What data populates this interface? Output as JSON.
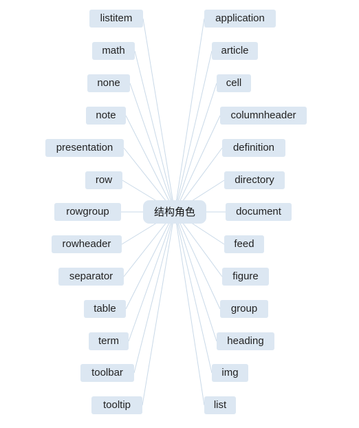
{
  "colors": {
    "node_bg": "#dce7f2",
    "link": "#c9d9e8"
  },
  "root": {
    "label": "结构角色"
  },
  "left": [
    {
      "label": "listitem"
    },
    {
      "label": "math"
    },
    {
      "label": "none"
    },
    {
      "label": "note"
    },
    {
      "label": "presentation"
    },
    {
      "label": "row"
    },
    {
      "label": "rowgroup"
    },
    {
      "label": "rowheader"
    },
    {
      "label": "separator"
    },
    {
      "label": "table"
    },
    {
      "label": "term"
    },
    {
      "label": "toolbar"
    },
    {
      "label": "tooltip"
    }
  ],
  "right": [
    {
      "label": "application"
    },
    {
      "label": "article"
    },
    {
      "label": "cell"
    },
    {
      "label": "columnheader"
    },
    {
      "label": "definition"
    },
    {
      "label": "directory"
    },
    {
      "label": "document"
    },
    {
      "label": "feed"
    },
    {
      "label": "figure"
    },
    {
      "label": "group"
    },
    {
      "label": "heading"
    },
    {
      "label": "img"
    },
    {
      "label": "list"
    }
  ]
}
